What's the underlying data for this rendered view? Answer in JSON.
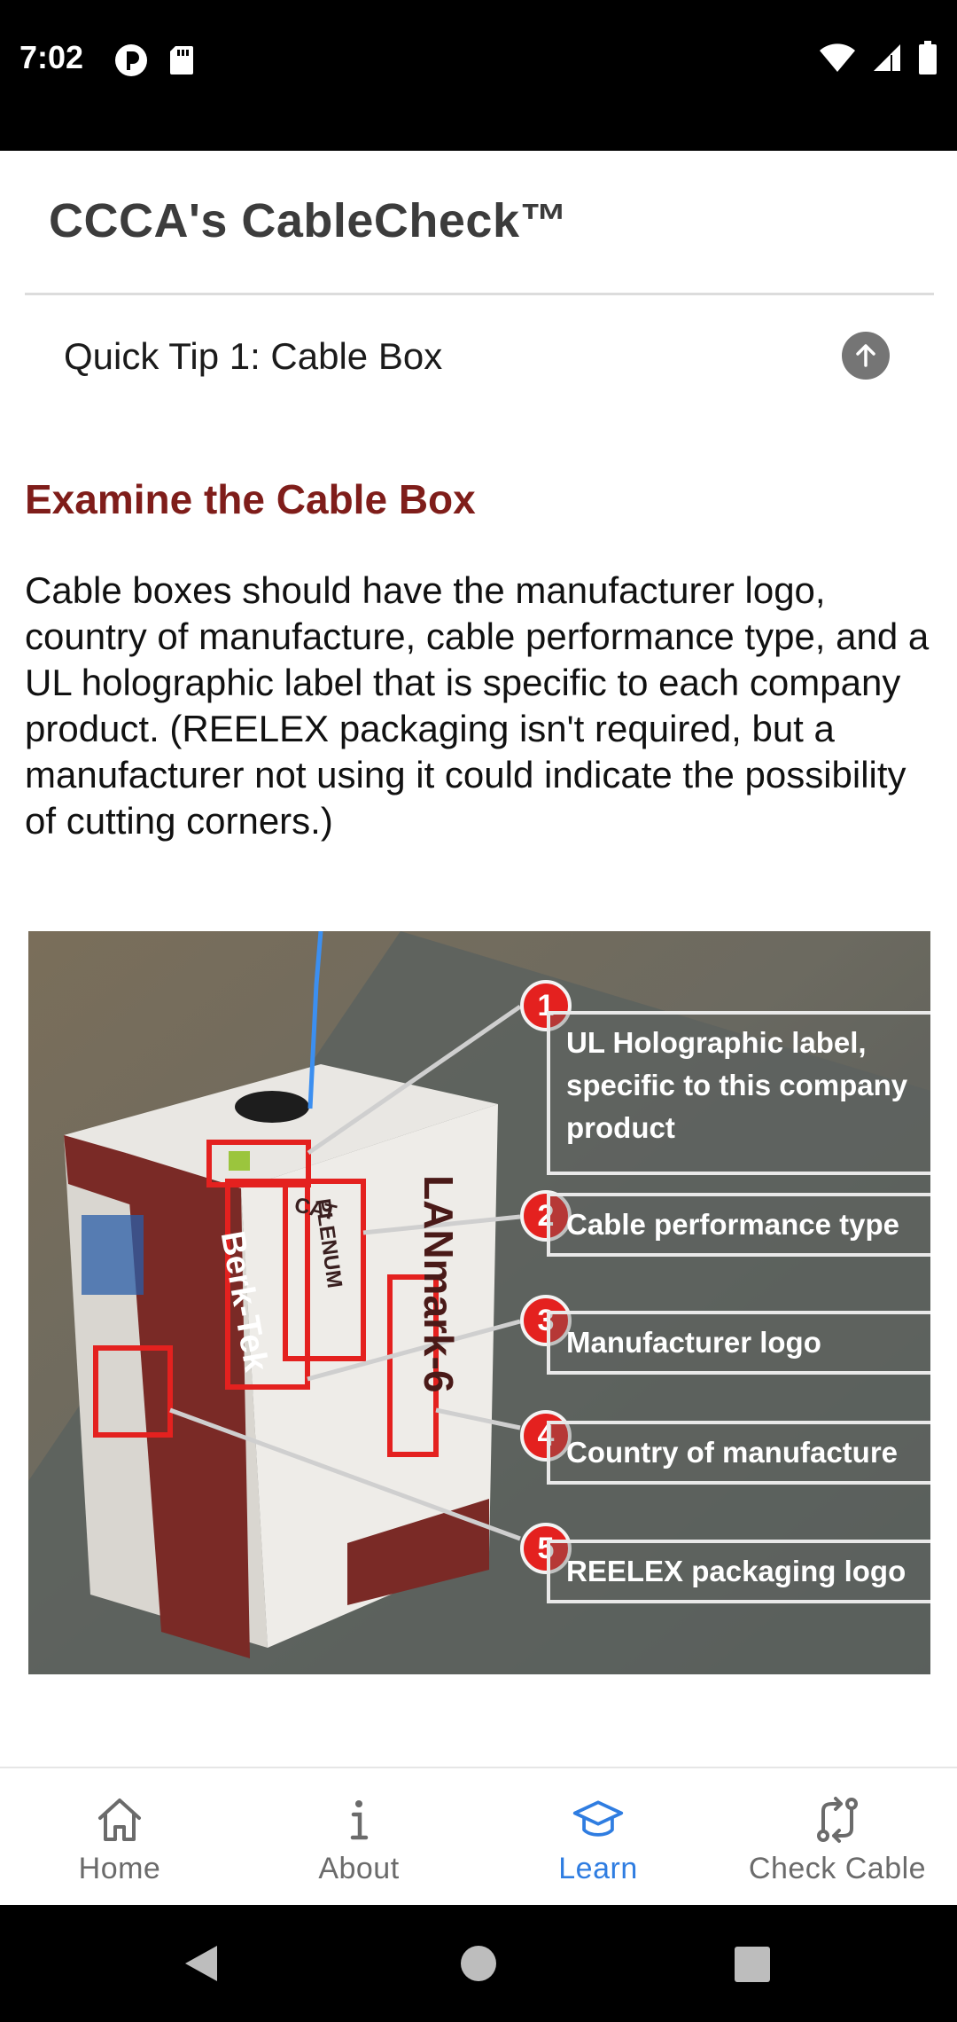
{
  "status_bar": {
    "time": "7:02",
    "icons_left": [
      "p-icon",
      "sd-card-icon"
    ],
    "icons_right": [
      "wifi-icon",
      "signal-icon",
      "battery-icon"
    ]
  },
  "header": {
    "title": "CCCA's CableCheck™"
  },
  "tip": {
    "label": "Quick Tip 1: Cable Box",
    "button_icon": "arrow-up-circle-icon"
  },
  "section": {
    "heading": "Examine the Cable Box",
    "body": "Cable boxes should have the manufacturer logo, country of manufacture, cable performance type, and a UL holographic label that is specific to each company product. (REELEX packaging isn't required, but a manufacturer not using it could indicate the possibility of cutting corners.)"
  },
  "figure": {
    "box_texts": {
      "brand": "Berk-Tek",
      "product": "LANmark-6",
      "cat": "CAT",
      "plenum": "PLENUM"
    },
    "callouts": [
      {
        "num": "1",
        "text": "UL Holographic label, specific to this company product"
      },
      {
        "num": "2",
        "text": "Cable performance type"
      },
      {
        "num": "3",
        "text": "Manufacturer logo"
      },
      {
        "num": "4",
        "text": "Country of manufacture"
      },
      {
        "num": "5",
        "text": "REELEX packaging logo"
      }
    ]
  },
  "bottom_nav": {
    "items": [
      {
        "label": "Home",
        "icon": "home-icon",
        "active": false
      },
      {
        "label": "About",
        "icon": "info-icon",
        "active": false
      },
      {
        "label": "Learn",
        "icon": "graduation-cap-icon",
        "active": true
      },
      {
        "label": "Check Cable",
        "icon": "compare-arrows-icon",
        "active": false
      }
    ]
  },
  "colors": {
    "heading": "#7f1d1a",
    "active_nav": "#2f7de1",
    "callout_red": "#e4211f"
  }
}
